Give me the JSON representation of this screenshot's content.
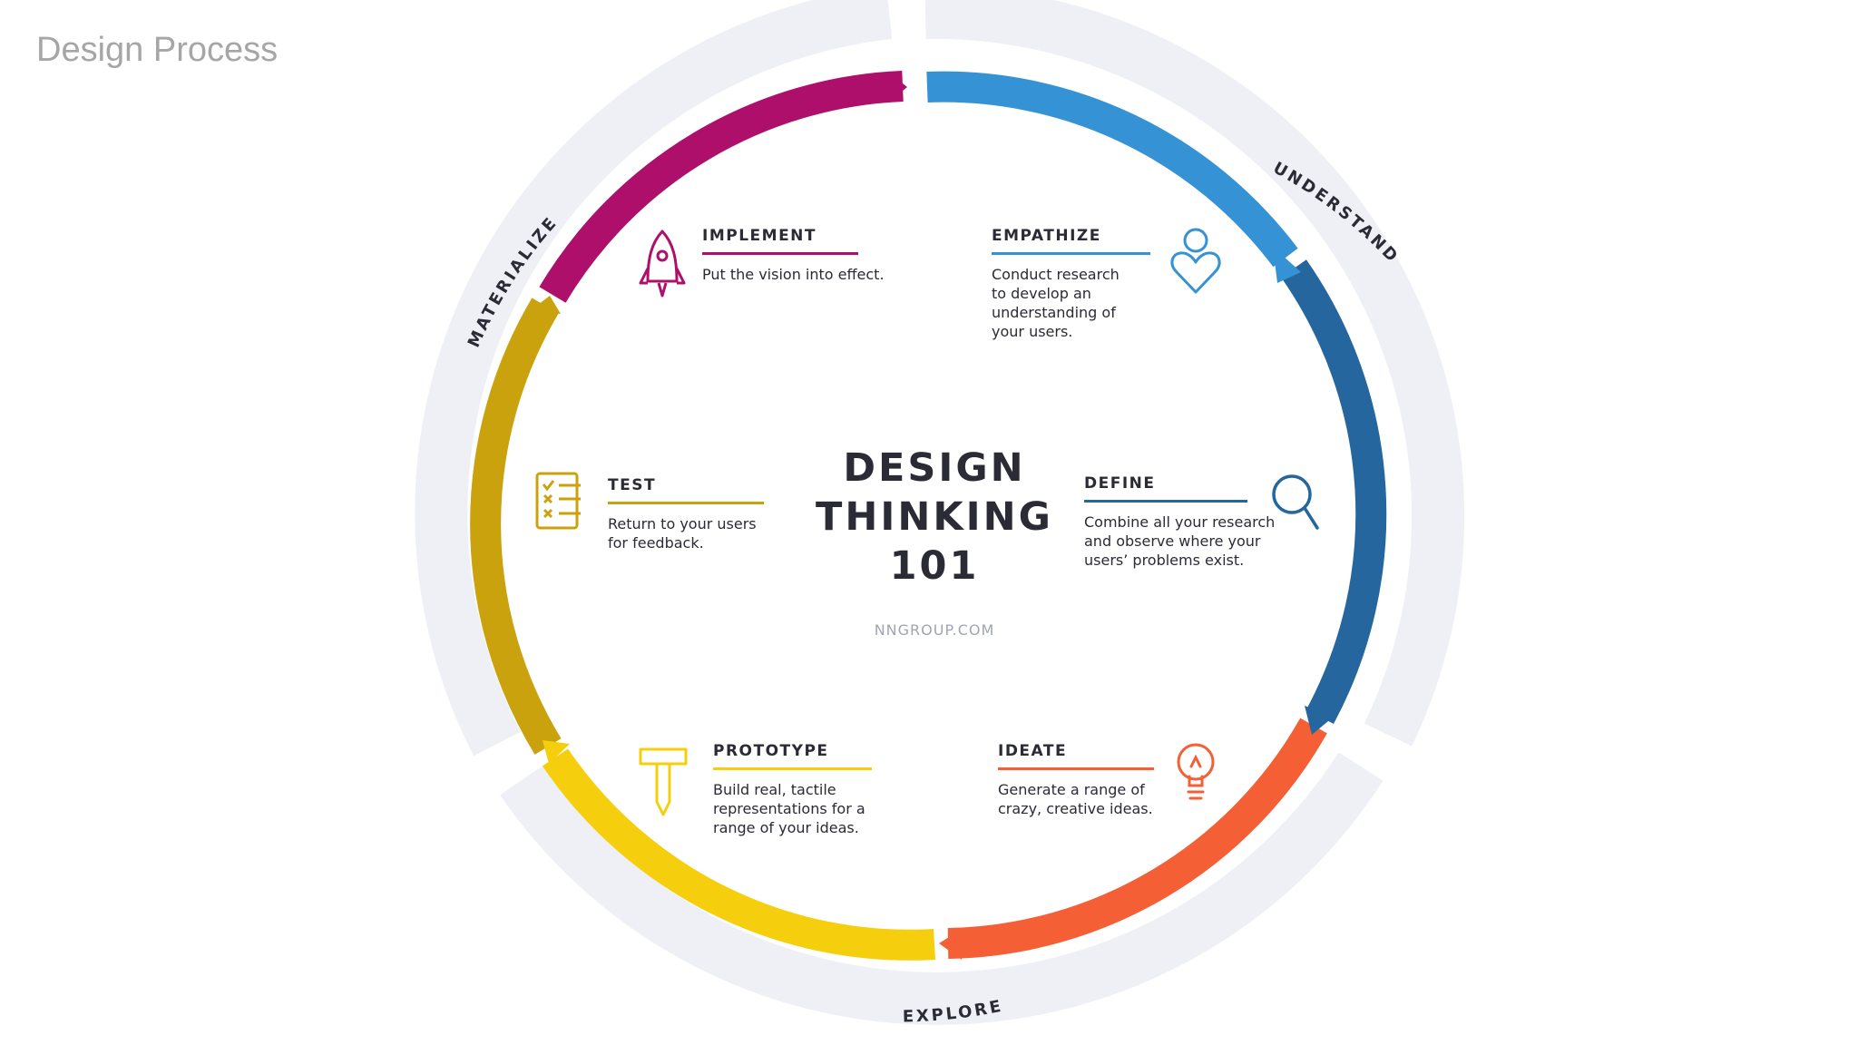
{
  "slide": {
    "title": "Design Process"
  },
  "center": {
    "line1": "DESIGN",
    "line2": "THINKING",
    "line3": "101",
    "source": "NNGROUP.COM"
  },
  "phases": {
    "understand": "UNDERSTAND",
    "explore": "EXPLORE",
    "materialize": "MATERIALIZE"
  },
  "stages": {
    "empathize": {
      "title": "EMPATHIZE",
      "desc": [
        "Conduct research",
        "to develop an",
        "understanding of",
        "your users."
      ],
      "color": "#3592d4"
    },
    "define": {
      "title": "DEFINE",
      "desc": [
        "Combine all your research",
        "and observe where your",
        "users’ problems exist."
      ],
      "color": "#25669f"
    },
    "ideate": {
      "title": "IDEATE",
      "desc": [
        "Generate a range of",
        "crazy, creative ideas."
      ],
      "color": "#f45f35"
    },
    "prototype": {
      "title": "PROTOTYPE",
      "desc": [
        "Build real, tactile",
        "representations for a",
        "range of your ideas."
      ],
      "color": "#f5cf0e"
    },
    "test": {
      "title": "TEST",
      "desc": [
        "Return to your users",
        "for feedback."
      ],
      "color": "#c9a20e"
    },
    "implement": {
      "title": "IMPLEMENT",
      "desc": [
        "Put the vision into effect."
      ],
      "color": "#ad0f6a"
    }
  },
  "colors": {
    "outer_ring": "#eef0f6",
    "text": "#2b2b36",
    "subtle": "#a0a4b4"
  }
}
